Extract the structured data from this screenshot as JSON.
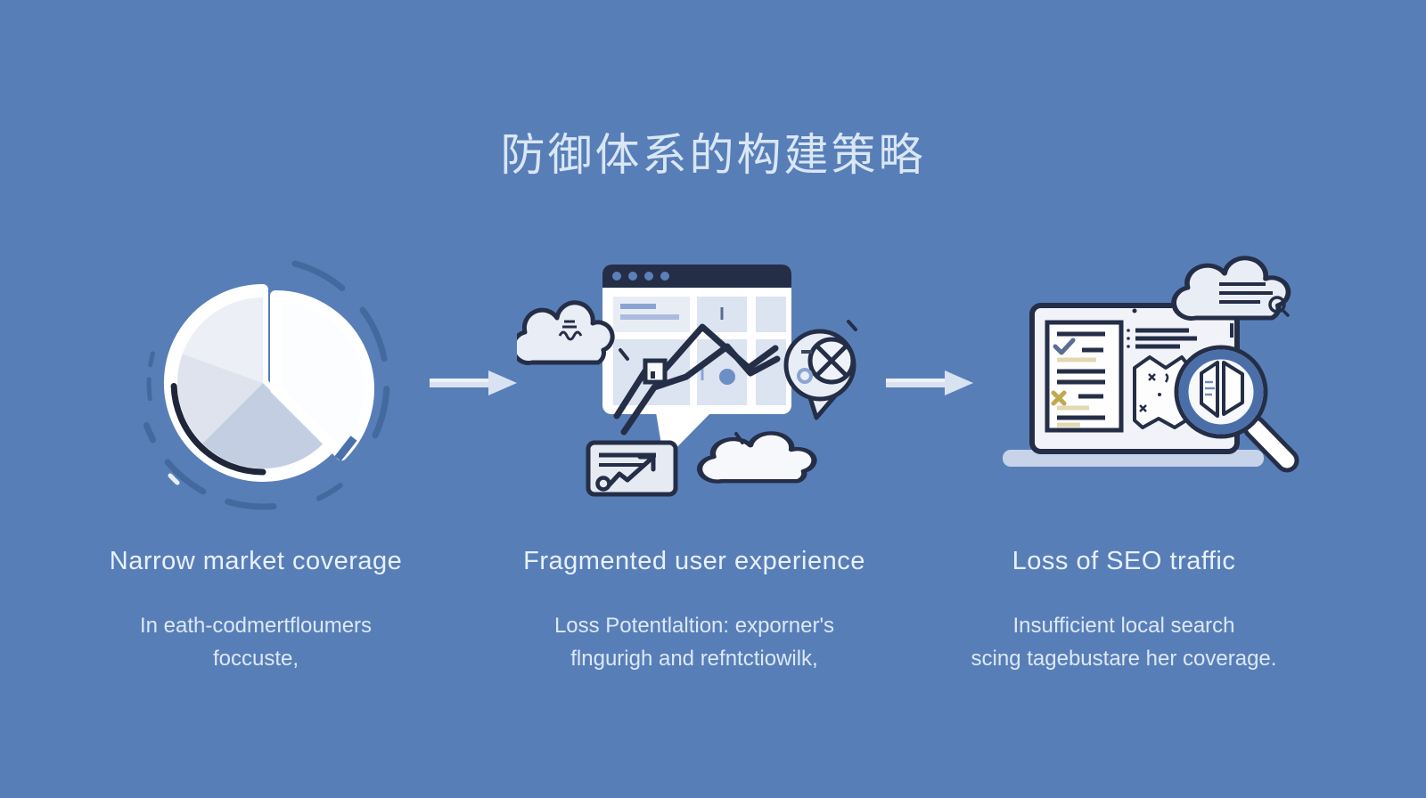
{
  "title": "防御体系的构建策略",
  "colors": {
    "background": "#587EB8",
    "title_text": "#D9E6F4",
    "heading_text": "#E8F1FB",
    "body_text": "#DCE8F5",
    "icon_outline_dark": "#252E47",
    "icon_blue": "#4A6FA8",
    "panel_blue": "#DCE3F1",
    "accent_tan": "#E2D8B2",
    "arrow_fill": "#D8E2F1"
  },
  "steps": [
    {
      "icon": "pie-chart-icon",
      "heading": "Narrow market coverage",
      "line1": "In eath-codmertfloumers",
      "line2": "foccuste,"
    },
    {
      "icon": "browser-window-icon",
      "heading": "Fragmented user experience",
      "line1": "Loss Potentlaltion: exporner's",
      "line2": "flngurigh and refntctiowilk,"
    },
    {
      "icon": "laptop-search-icon",
      "heading": "Loss of SEO traffic",
      "line1": "Insufficient local search",
      "line2": "scing tagebustare her coverage."
    }
  ]
}
